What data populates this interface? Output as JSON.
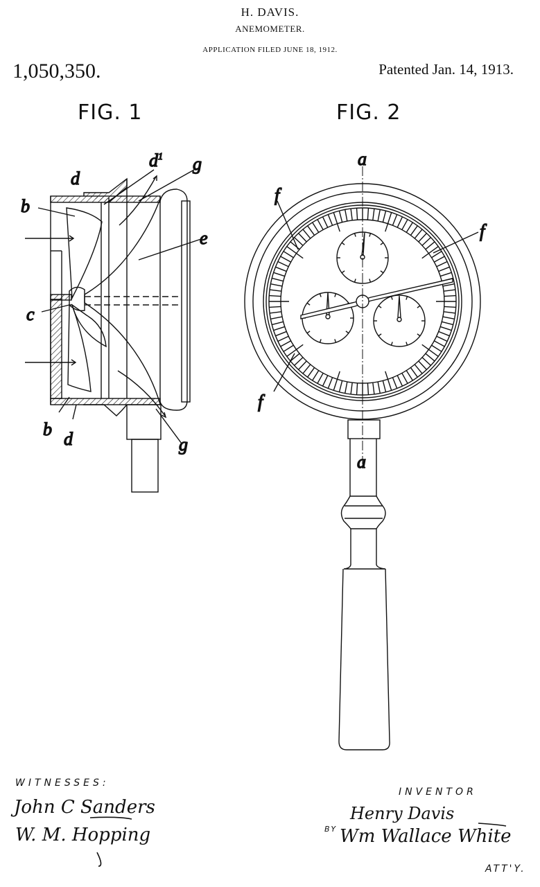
{
  "header": {
    "inventor": "H. DAVIS.",
    "title": "ANEMOMETER.",
    "filed": "APPLICATION FILED JUNE 18, 1912.",
    "patent_number": "1,050,350.",
    "patent_date": "Patented Jan. 14, 1913."
  },
  "figures": {
    "fig1": {
      "label": "FIG. 1",
      "refs": {
        "d_top": "d",
        "d1": "d1",
        "g_top": "g",
        "b_top": "b",
        "e": "e",
        "c": "c",
        "b_bottom": "b",
        "d_bottom": "d",
        "g_bottom": "g"
      }
    },
    "fig2": {
      "label": "FIG. 2",
      "refs": {
        "a_top": "a",
        "f_left": "f",
        "f_right": "f",
        "f_bottom": "f",
        "a_bottom": "a"
      }
    }
  },
  "footer": {
    "witnesses_label": "WITNESSES:",
    "witness_1": "John C Sanders",
    "witness_2": "W. M. Hopping",
    "inventor_label": "INVENTOR",
    "inventor_signature": "Henry Davis",
    "by_label": "BY",
    "attorney_signature": "Wm Wallace White",
    "attorney_label": "ATT'Y."
  }
}
